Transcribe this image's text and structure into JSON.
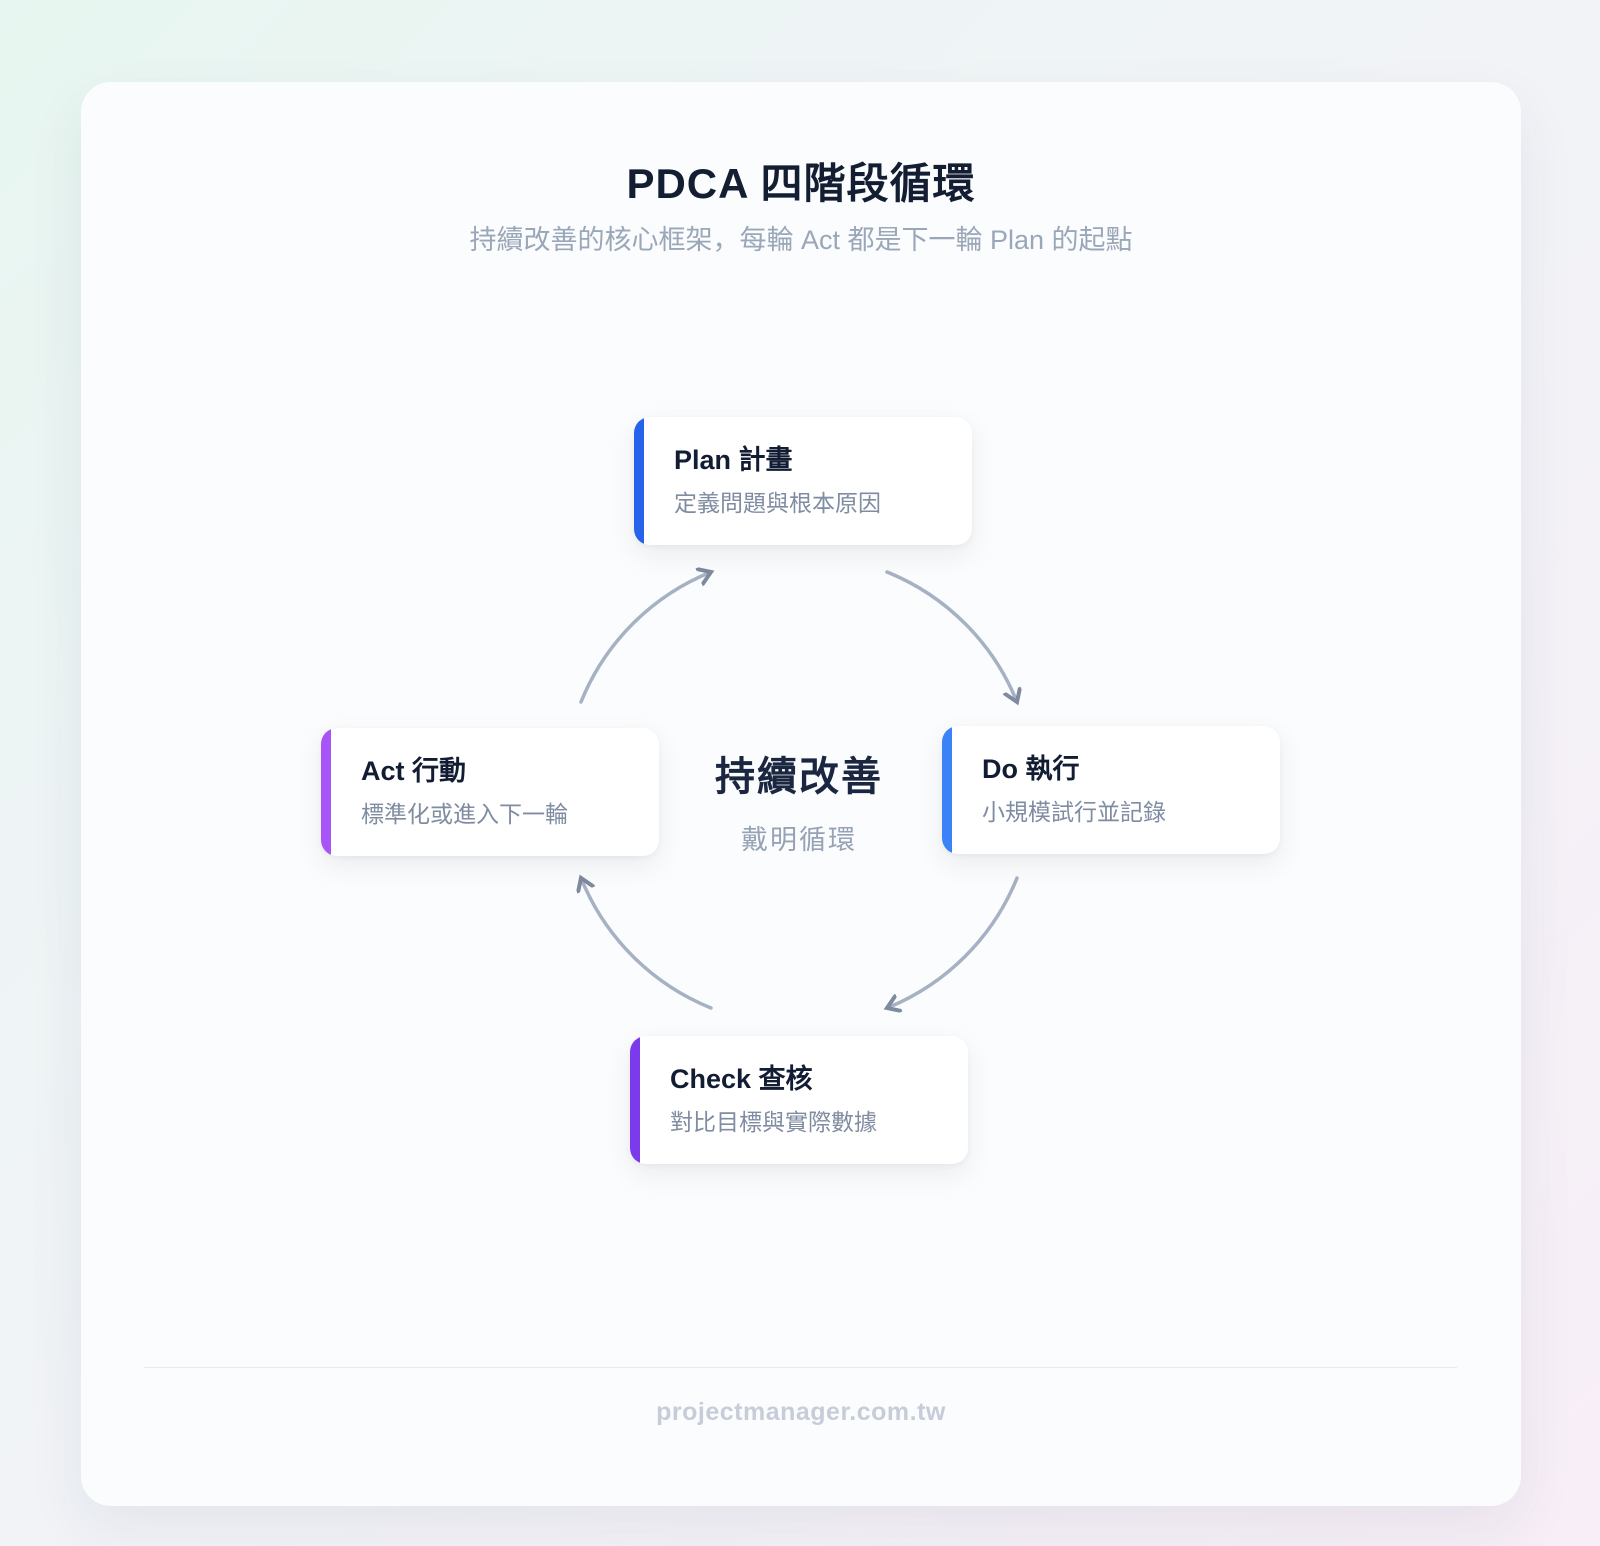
{
  "header": {
    "title": "PDCA 四階段循環",
    "subtitle": "持續改善的核心框架，每輪 Act 都是下一輪 Plan 的起點"
  },
  "center": {
    "title": "持續改善",
    "subtitle": "戴明循環"
  },
  "stages": [
    {
      "name": "plan",
      "title": "Plan 計畫",
      "desc": "定義問題與根本原因",
      "accent": "#2563eb"
    },
    {
      "name": "do",
      "title": "Do 執行",
      "desc": "小規模試行並記錄",
      "accent": "#3b82f6"
    },
    {
      "name": "check",
      "title": "Check 查核",
      "desc": "對比目標與實際數據",
      "accent": "#7c3aed"
    },
    {
      "name": "act",
      "title": "Act 行動",
      "desc": "標準化或進入下一輪",
      "accent": "#a855f7"
    }
  ],
  "footer": {
    "site": "projectmanager.com.tw"
  },
  "colors": {
    "arrow_line": "#a6b1c3",
    "arrow_head": "#7e8a9e",
    "title_text": "#131e33",
    "subtitle_text": "#9aa7b9",
    "desc_text": "#7f8ca1",
    "footer_text": "#c6cdd9",
    "panel_bg": "#fbfcfd"
  }
}
